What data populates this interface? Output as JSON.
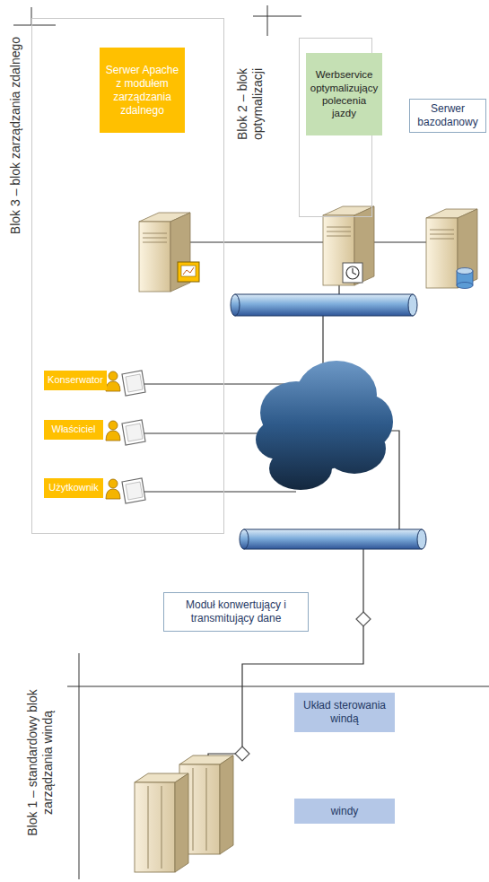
{
  "diagram": {
    "nodes": [
      {
        "text": [
          "Blok 3 – blok zarządzania zdalnego"
        ]
      },
      {
        "text": [
          "Serwer Apache z modułem zarządzania zdalnego"
        ],
        "in": 0
      },
      {
        "text": [
          "Blok 2 – blok optymalizacji"
        ]
      },
      {
        "text": [
          "Werbservice optymalizujący polecenia jazdy"
        ],
        "in": 2
      },
      {
        "text": [
          "Serwer bazodanowy"
        ]
      },
      {
        "text": [
          "Konserwator"
        ],
        "in": 0
      },
      {
        "text": [
          "Właściciel"
        ],
        "in": 0
      },
      {
        "text": [
          "Użytkownik"
        ],
        "in": 0
      },
      {
        "text": [
          "Moduł konwertujący i transmitujący dane"
        ]
      },
      {
        "text": [
          "Układ sterowania windą"
        ]
      },
      {
        "text": [
          "windy"
        ]
      }
    ],
    "labels": [
      "Blok 1 – standardowy blok zarządzania windą"
    ]
  }
}
